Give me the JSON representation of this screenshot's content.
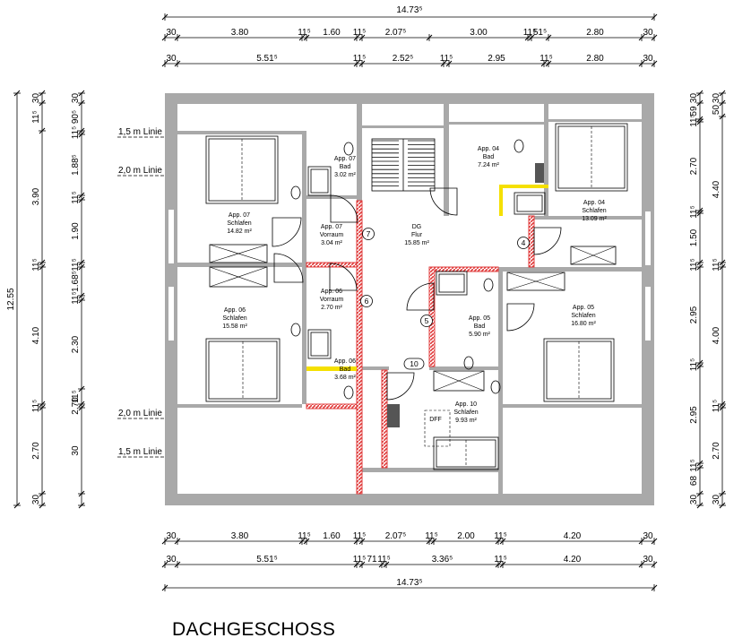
{
  "title": "DACHGESCHOSS",
  "dims_top_overall": "14.73⁵",
  "dims_top_row1": [
    "30",
    "3.80",
    "11⁵",
    "1.60",
    "11⁵",
    "2.07⁵",
    "3.00",
    "11⁵",
    "51⁵",
    "2.80",
    "30"
  ],
  "dims_top_row2": [
    "30",
    "5.51⁵",
    "11⁵",
    "2.52⁵",
    "11⁵",
    "2.95",
    "11⁵",
    "2.80",
    "30"
  ],
  "dims_bottom_row1": [
    "30",
    "3.80",
    "11⁵",
    "1.60",
    "11⁵",
    "2.07⁵",
    "11⁵",
    "2.00",
    "11⁵",
    "4.20",
    "30"
  ],
  "dims_bottom_row2": [
    "30",
    "5.51⁵",
    "11⁵",
    "71",
    "11⁵",
    "3.36⁵",
    "11⁵",
    "4.20",
    "30"
  ],
  "dims_bottom_overall": "14.73⁵",
  "dims_left_overall": "12.55",
  "dims_left_row1": [
    "30",
    "11⁵",
    "3.90",
    "11⁵",
    "4.10",
    "11⁵",
    "2.70",
    "30"
  ],
  "dims_left_row2": [
    "30",
    "90⁵",
    "11⁵",
    "1.88⁵",
    "11⁵",
    "1.90",
    "11⁵",
    "1.68⁵",
    "11⁵",
    "2.30",
    "11⁵",
    "2.70",
    "30"
  ],
  "dims_right_row1": [
    "30",
    "59",
    "11⁵",
    "2.70",
    "11⁵",
    "1.50",
    "11⁵",
    "2.95",
    "11⁵",
    "2.95",
    "11⁵",
    "68",
    "30"
  ],
  "dims_right_row2": [
    "30",
    "50",
    "4.40",
    "11⁵",
    "4.00",
    "11⁵",
    "2.70",
    "30"
  ],
  "lines": [
    "1,5 m Linie",
    "2,0 m Linie",
    "2,0 m Linie",
    "1,5 m Linie"
  ],
  "rooms": [
    {
      "lines": [
        "App. 07",
        "Schlafen",
        "14.82 m²"
      ]
    },
    {
      "lines": [
        "App. 07",
        "Bad",
        "3.02 m²"
      ]
    },
    {
      "lines": [
        "App. 07",
        "Vorraum",
        "3.04 m²"
      ]
    },
    {
      "lines": [
        "App. 04",
        "Bad",
        "7.24 m²"
      ]
    },
    {
      "lines": [
        "App. 04",
        "Schlafen",
        "13.09 m²"
      ]
    },
    {
      "lines": [
        "DG",
        "Flur",
        "15.85 m²"
      ]
    },
    {
      "lines": [
        "App. 06",
        "Vorraum",
        "2.70 m²"
      ]
    },
    {
      "lines": [
        "App. 06",
        "Schlafen",
        "15.58 m²"
      ]
    },
    {
      "lines": [
        "App. 06",
        "Bad",
        "3.68 m²"
      ]
    },
    {
      "lines": [
        "App. 05",
        "Bad",
        "5.90 m²"
      ]
    },
    {
      "lines": [
        "App. 05",
        "Schlafen",
        "16.80 m²"
      ]
    },
    {
      "lines": [
        "App. 10",
        "Schlafen",
        "9.93 m²"
      ]
    }
  ],
  "door_numbers": [
    "7",
    "4",
    "6",
    "5",
    "10"
  ],
  "dff": "DFF",
  "colors": {
    "wall": "#a9a9a9",
    "firewall": "#e03c3c",
    "highlight": "#f5e000",
    "line": "#000000"
  }
}
